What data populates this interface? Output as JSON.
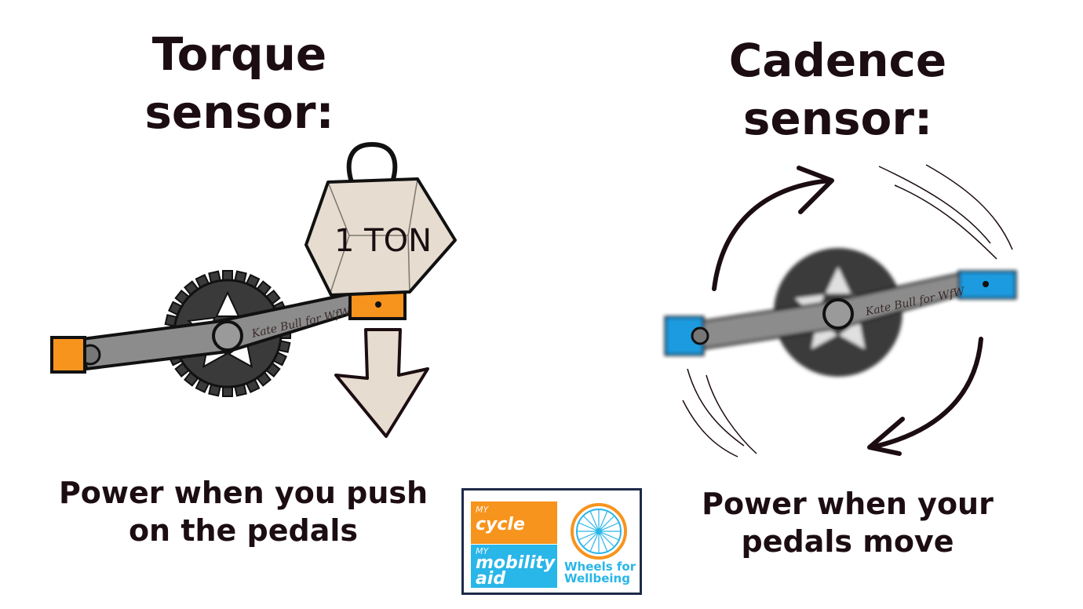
{
  "torque": {
    "title_line1": "Torque",
    "title_line2": "sensor:",
    "weight_label": "1 TON",
    "crank_signature": "Kate Bull for WfW",
    "caption_line1": "Power when you push",
    "caption_line2": "on the pedals"
  },
  "cadence": {
    "title_line1": "Cadence",
    "title_line2": "sensor:",
    "crank_signature": "Kate Bull for WfW",
    "caption_line1": "Power when your",
    "caption_line2": "pedals move"
  },
  "logo": {
    "my1": "MY",
    "cycle": "cycle",
    "my2": "MY",
    "mobility": "mobility",
    "aid": "aid",
    "wheels_line1": "Wheels for",
    "wheels_line2": "Wellbeing"
  },
  "colors": {
    "text": "#1c0d12",
    "torque_pedal": "#f7941d",
    "cadence_pedal": "#1e9be0",
    "crank": "#8c8c8c",
    "chainring": "#3a3a3a",
    "weight": "#e6dccf",
    "logo_orange": "#f7941d",
    "logo_blue": "#29b6e8"
  }
}
